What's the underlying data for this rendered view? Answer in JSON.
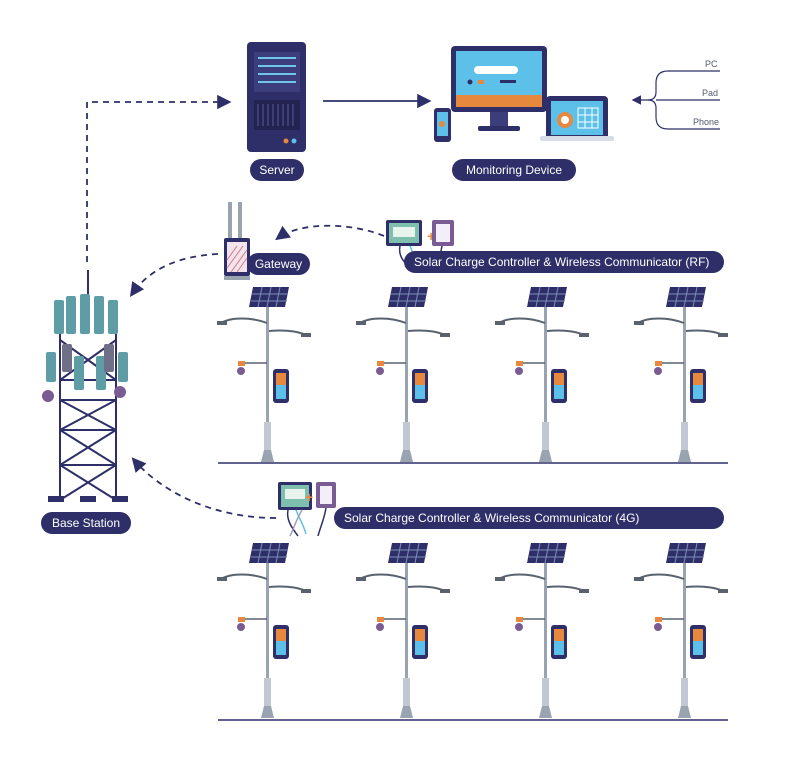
{
  "labels": {
    "server": "Server",
    "monitoring_device": "Monitoring Device",
    "gateway": "Gateway",
    "base_station": "Base Station",
    "controller_rf": "Solar Charge Controller & Wireless Communicator (RF)",
    "controller_4g": "Solar Charge Controller & Wireless Communicator (4G)"
  },
  "endpoints": [
    "PC",
    "Pad",
    "Phone"
  ],
  "icons": [
    "server-icon",
    "monitor-icon",
    "tablet-icon",
    "phone-icon",
    "gateway-icon",
    "cell-tower-icon",
    "solar-street-light-icon",
    "controller-module-icon",
    "communicator-module-icon"
  ],
  "colors": {
    "navy": "#2e2f68",
    "teal": "#5f9da6",
    "screen_blue": "#5cc0e9",
    "purple": "#7a5c94",
    "orange": "#e6893f",
    "pole_gray": "#9aa3b0"
  }
}
